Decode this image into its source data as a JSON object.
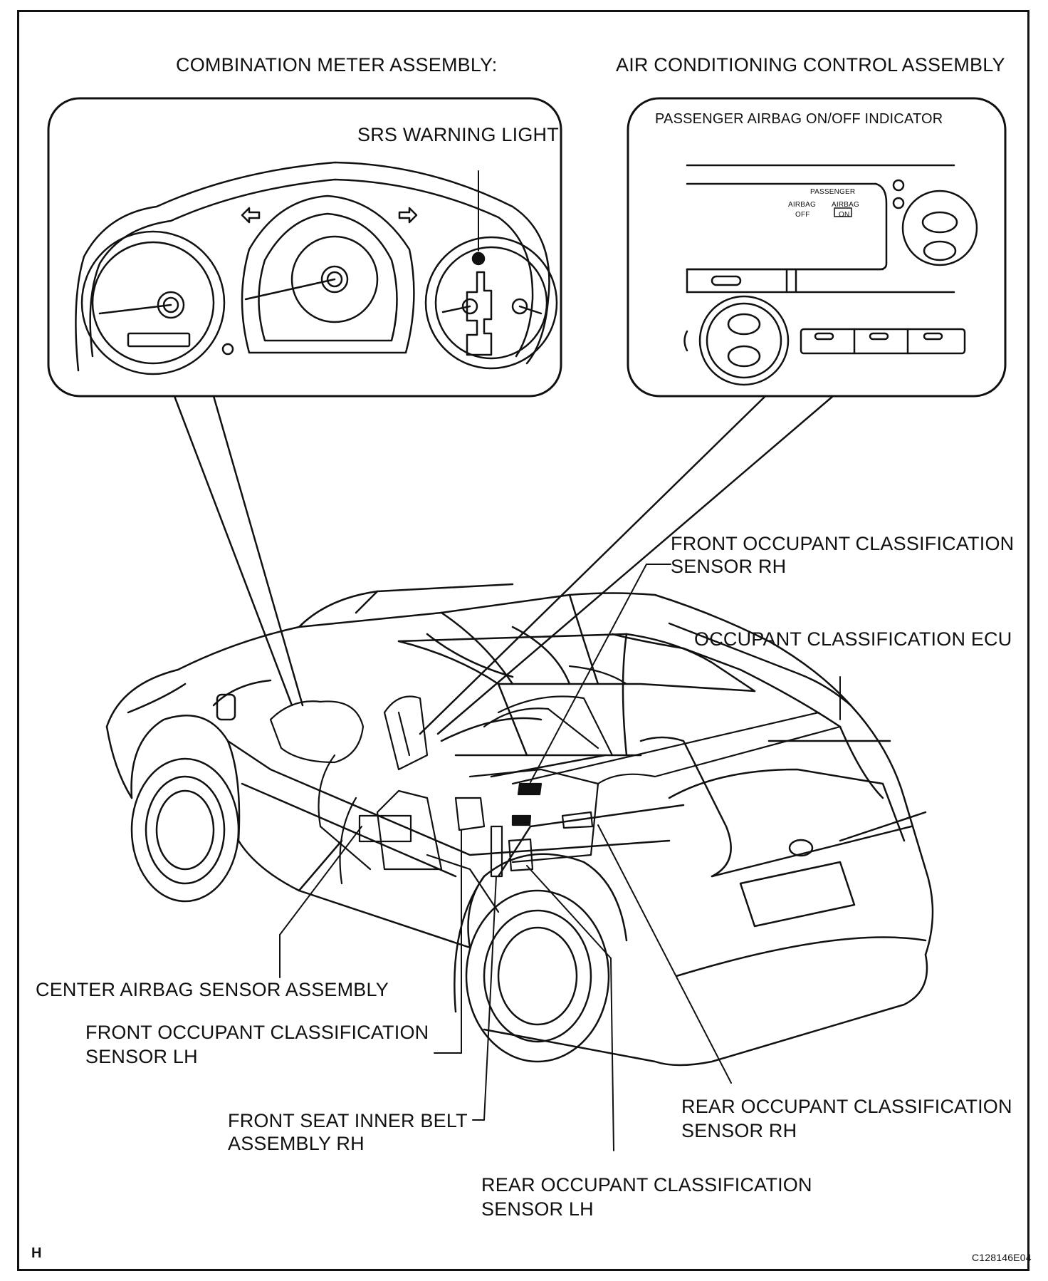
{
  "callouts": {
    "combination_meter_title": "COMBINATION METER ASSEMBLY:",
    "ac_control_title": "AIR CONDITIONING CONTROL ASSEMBLY",
    "srs_warning_light": "SRS WARNING LIGHT",
    "passenger_airbag_indicator": "PASSENGER AIRBAG ON/OFF INDICATOR",
    "front_occ_sensor_rh_1": "FRONT OCCUPANT CLASSIFICATION",
    "front_occ_sensor_rh_2": "SENSOR RH",
    "occupant_ecu": "OCCUPANT CLASSIFICATION ECU",
    "center_airbag_sensor": "CENTER AIRBAG SENSOR ASSEMBLY",
    "front_occ_sensor_lh_1": "FRONT OCCUPANT CLASSIFICATION",
    "front_occ_sensor_lh_2": "SENSOR LH",
    "front_seat_belt_1": "FRONT SEAT INNER BELT",
    "front_seat_belt_2": "ASSEMBLY RH",
    "rear_occ_sensor_rh_1": "REAR OCCUPANT CLASSIFICATION",
    "rear_occ_sensor_rh_2": "SENSOR RH",
    "rear_occ_sensor_lh_1": "REAR OCCUPANT CLASSIFICATION",
    "rear_occ_sensor_lh_2": "SENSOR LH"
  },
  "panel_text": {
    "passenger": "PASSENGER",
    "airbag_off_1": "AIRBAG",
    "airbag_off_2": "OFF",
    "airbag_on_1": "AIRBAG",
    "airbag_on_2": "ON"
  },
  "footer": {
    "section_letter": "H",
    "figure_code": "C128146E04"
  }
}
